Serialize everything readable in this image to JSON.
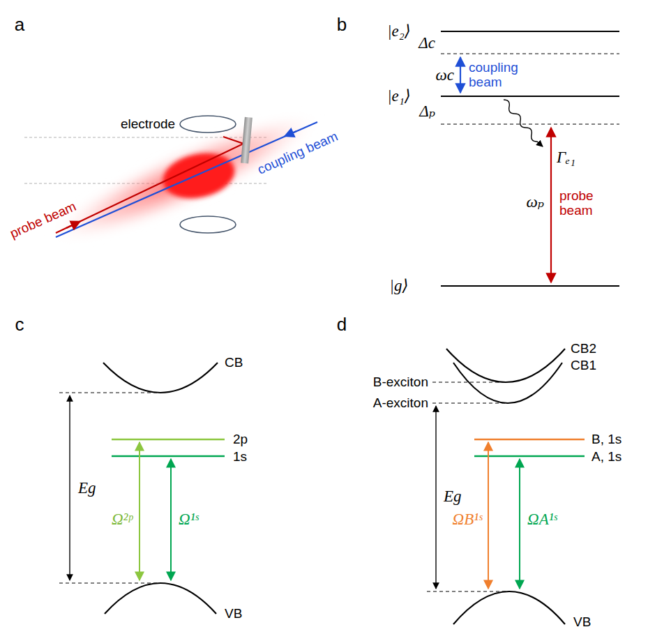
{
  "diagram": {
    "labels": [
      "a",
      "electrode",
      "probe beam",
      "coupling beam",
      "b",
      "|e₂⟩",
      "Δc",
      "ωc",
      "coupling beam",
      "|e₁⟩",
      "Δₚ",
      "Γₑ₁",
      "ωₚ",
      "probe beam",
      "|g⟩",
      "c",
      "CB",
      "2p",
      "1s",
      "Eg",
      "Ω²ᵖ",
      "Ω¹ˢ",
      "VB",
      "d",
      "CB2",
      "CB1",
      "B-exciton",
      "A-exciton",
      "B, 1s",
      "A, 1s",
      "Eg",
      "ΩB¹ˢ",
      "ΩA¹ˢ",
      "VB"
    ]
  }
}
